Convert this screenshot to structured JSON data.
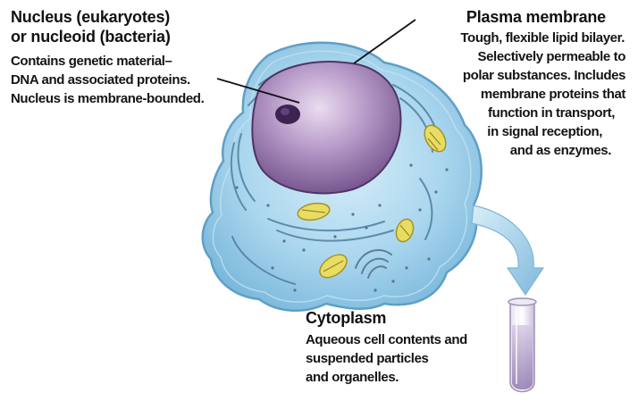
{
  "nucleus": {
    "title_lines": [
      "Nucleus (eukaryotes)",
      "or nucleoid (bacteria)"
    ],
    "desc_lines": [
      "Contains genetic material–",
      "DNA and associated proteins.",
      "Nucleus is membrane-bounded."
    ]
  },
  "membrane": {
    "title": "Plasma membrane",
    "desc_lines": [
      "Tough, flexible lipid bilayer.",
      "Selectively permeable to",
      "polar substances. Includes",
      "membrane proteins that",
      "function in transport,",
      "in signal reception,",
      "and as enzymes."
    ]
  },
  "cytoplasm": {
    "title": "Cytoplasm",
    "desc_lines": [
      "Aqueous cell contents and",
      "suspended particles",
      "and organelles."
    ]
  },
  "colors": {
    "cell_fill": "#a9d6ee",
    "cell_outline": "#5e9fc7",
    "nucleus_fill": "#a585b8",
    "nucleolus": "#3d2450",
    "mitochondria": "#e8dc62",
    "arrow": "#8fc6e2",
    "test_tube_liquid": "#b9a6cf"
  }
}
